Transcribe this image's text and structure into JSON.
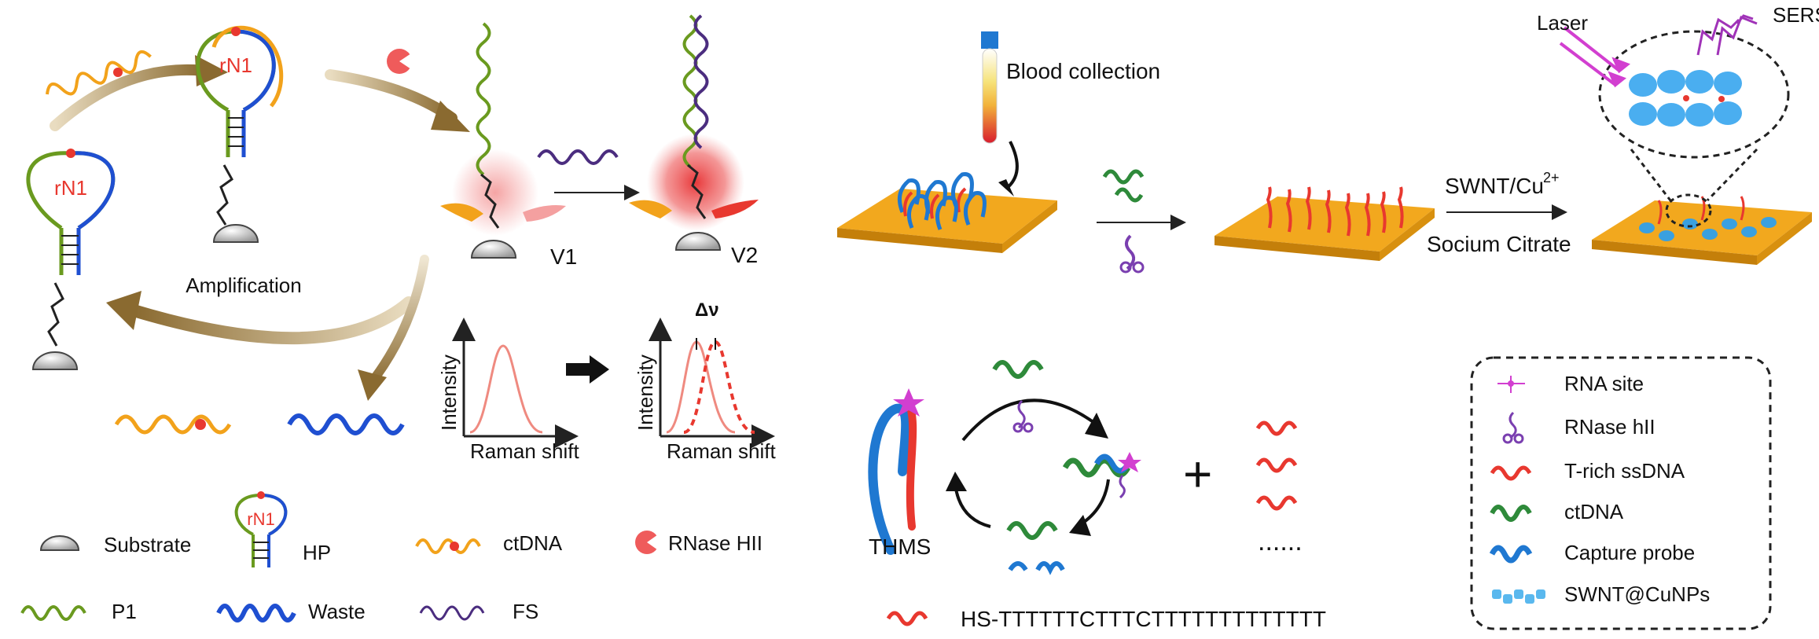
{
  "left_panel": {
    "hairpin_label": "rN1",
    "amplification_label": "Amplification",
    "v1_label": "V1",
    "v2_label": "V2",
    "raman_left": {
      "ylabel": "Intensity",
      "xlabel": "Raman shift"
    },
    "raman_right": {
      "ylabel": "Intensity",
      "xlabel": "Raman shift",
      "shift_label": "Δν"
    },
    "legend": {
      "substrate": "Substrate",
      "hp": "HP",
      "hp_inner": "rN1",
      "ctdna": "ctDNA",
      "rnase": "RNase HII",
      "p1": "P1",
      "waste": "Waste",
      "fs": "FS"
    }
  },
  "right_panel": {
    "blood_collection": "Blood collection",
    "reagent_line1": "SWNT/Cu",
    "reagent_sup": "2+",
    "reagent_line2": "Socium Citrate",
    "laser": "Laser",
    "sers": "SERS",
    "thms": "THMS",
    "dots": "......",
    "sequence": "HS-TTTTTTCTTTCTTTTTTTTTTTTT",
    "plus": "+",
    "legend": {
      "rna_site": "RNA site",
      "rnase_hii": "RNase hII",
      "t_rich": "T-rich ssDNA",
      "ctdna": "ctDNA",
      "capture_probe": "Capture probe",
      "swnt": "SWNT@CuNPs"
    }
  },
  "colors": {
    "orange": "#f2a21b",
    "blue": "#1f4fd1",
    "green": "#6a9a1f",
    "purple": "#4b2d7f",
    "red": "#e8382f",
    "gold": "#f0a82a",
    "teal": "#3aa0e0",
    "dark_green": "#2e8a3a",
    "magenta": "#d23fd0"
  }
}
